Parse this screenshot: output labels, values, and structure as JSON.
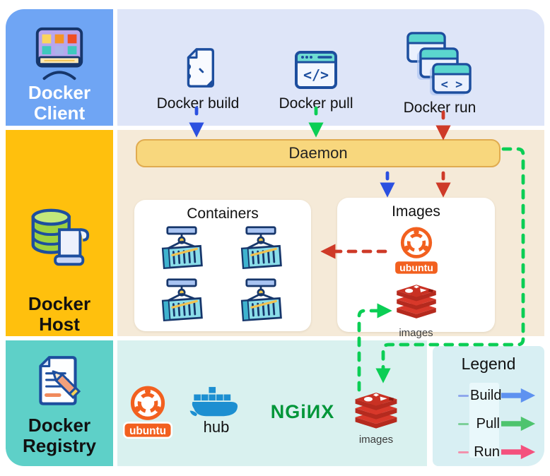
{
  "sections": {
    "client": {
      "line1": "Docker",
      "line2": "Client",
      "color": "#6FA5F4",
      "content_bg": "#DEE5F8"
    },
    "host": {
      "line1": "Docker",
      "line2": "Host",
      "color": "#FFC00D",
      "content_bg": "#F5EAD8"
    },
    "registry": {
      "line1": "Docker",
      "line2": "Registry",
      "color": "#5ED0C8",
      "content_bg": "#D9F1EF"
    }
  },
  "commands": {
    "build": "Docker build",
    "pull": "Docker pull",
    "run": "Docker run"
  },
  "daemon": {
    "label": "Daemon",
    "fill": "#F8D77D",
    "border": "#E0AB50"
  },
  "host_panels": {
    "containers_title": "Containers",
    "images_title": "Images"
  },
  "logos": {
    "ubuntu": "ubuntu",
    "redis": "images",
    "hub": "hub",
    "nginx": "NGiИX"
  },
  "icons": {
    "code_glyph": "</>",
    "run_glyph": "< >"
  },
  "legend": {
    "title": "Legend",
    "items": [
      {
        "label": "Build",
        "line_color": "#8FA8EC",
        "arrow_color": "#5E92F0"
      },
      {
        "label": "Pull",
        "line_color": "#7CCF99",
        "arrow_color": "#4EC46E"
      },
      {
        "label": "Run",
        "line_color": "#F291AC",
        "arrow_color": "#F4517D"
      }
    ]
  },
  "flows": {
    "build_color": "#2B50E0",
    "pull_color": "#0BCE55",
    "run_color": "#CE3A28"
  }
}
